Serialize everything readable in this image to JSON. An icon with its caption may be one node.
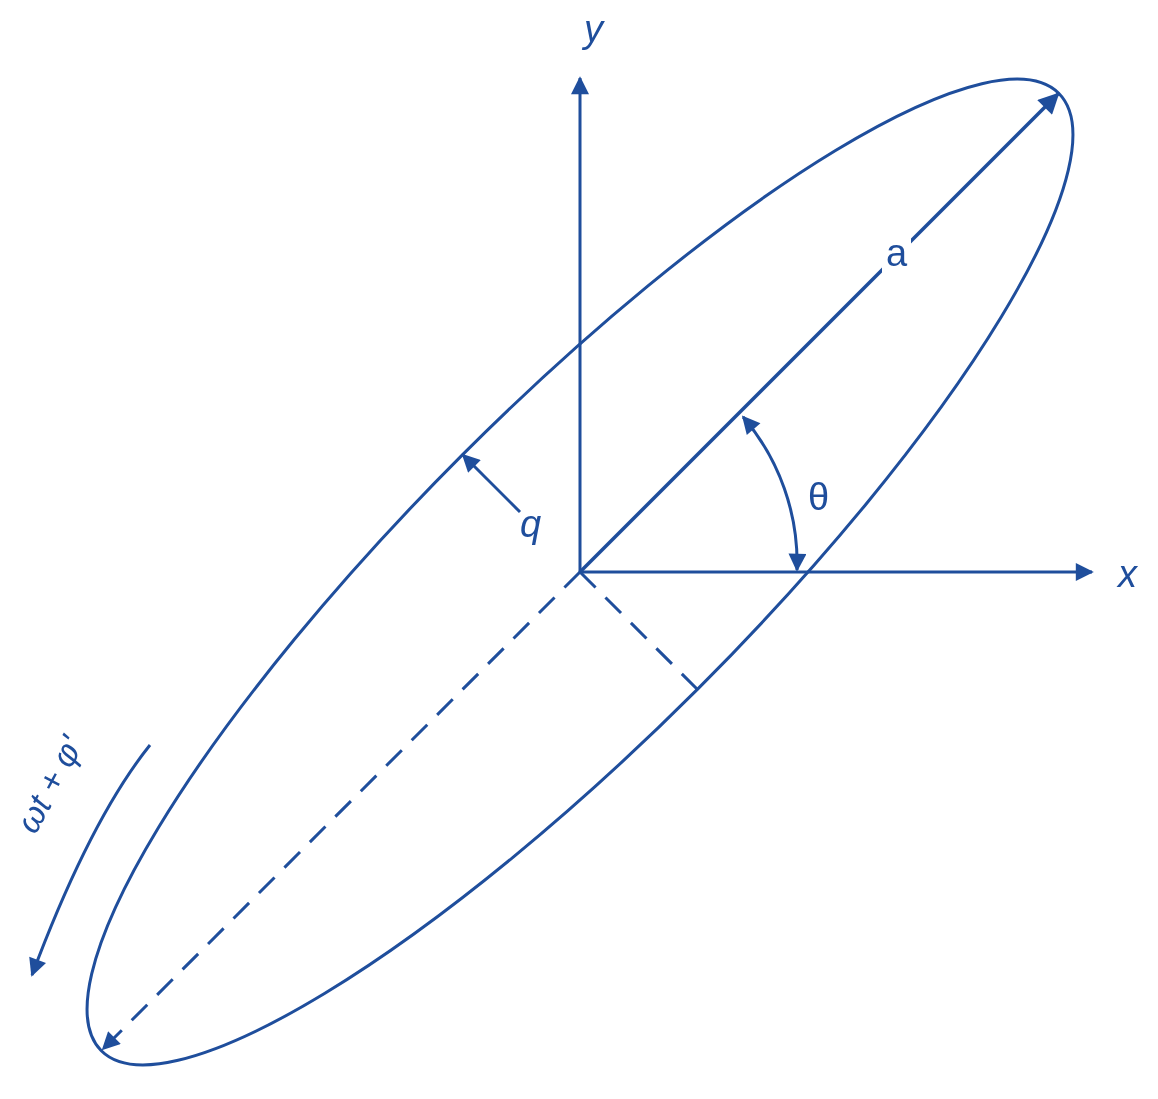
{
  "diagram": {
    "labels": [
      "y",
      "a",
      "θ",
      "q",
      "x",
      "ωt + φ'"
    ]
  }
}
